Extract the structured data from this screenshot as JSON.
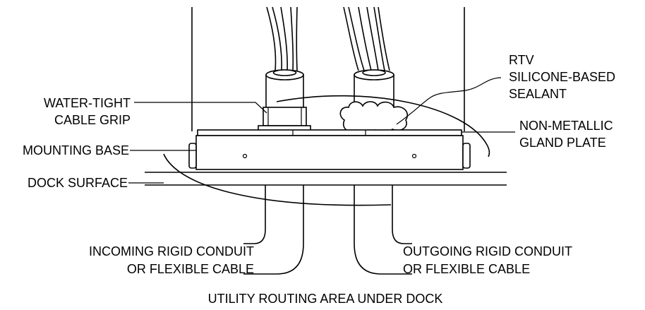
{
  "labels": {
    "rtv_line1": "RTV",
    "rtv_line2": "SILICONE-BASED",
    "rtv_line3": "SEALANT",
    "grip_line1": "WATER-TIGHT",
    "grip_line2": "CABLE GRIP",
    "gland_line1": "NON-METALLIC",
    "gland_line2": "GLAND PLATE",
    "mounting_base": "MOUNTING BASE",
    "dock_surface": "DOCK SURFACE",
    "incoming_line1": "INCOMING RIGID CONDUIT",
    "incoming_line2": "OR FLEXIBLE CABLE",
    "outgoing_line1": "OUTGOING RIGID CONDUIT",
    "outgoing_line2": "OR FLEXIBLE CABLE",
    "utility_area": "UTILITY ROUTING AREA UNDER DOCK"
  }
}
